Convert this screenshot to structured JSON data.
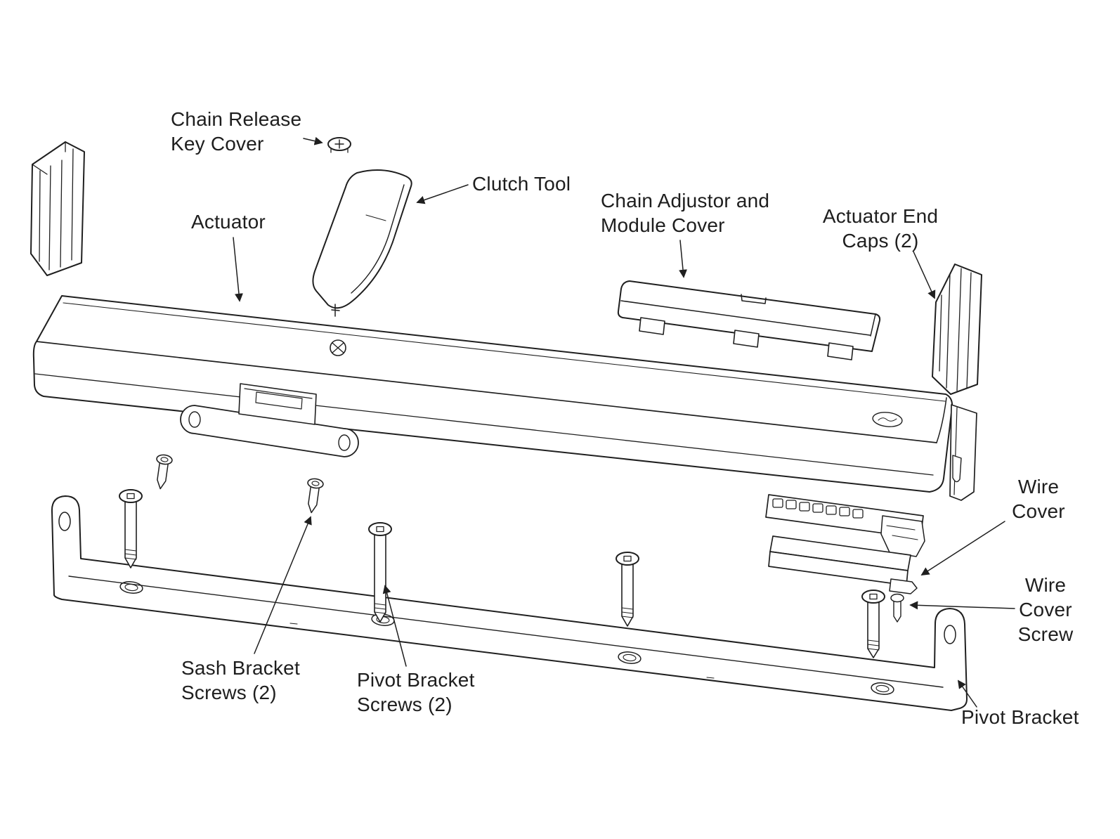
{
  "diagram": {
    "type": "exploded-parts-diagram",
    "background_color": "#ffffff",
    "line_color": "#1f1f1f",
    "labels": {
      "chain_release_key_cover": "Chain Release\nKey Cover",
      "clutch_tool": "Clutch Tool",
      "actuator": "Actuator",
      "chain_adjustor_module_cover": "Chain Adjustor and\nModule Cover",
      "actuator_end_caps": "Actuator End\nCaps (2)",
      "wire_cover": "Wire\nCover",
      "wire_cover_screw": "Wire\nCover\nScrew",
      "sash_bracket_screws": "Sash Bracket\nScrews (2)",
      "pivot_bracket_screws": "Pivot Bracket\nScrews (2)",
      "pivot_bracket": "Pivot Bracket"
    }
  }
}
